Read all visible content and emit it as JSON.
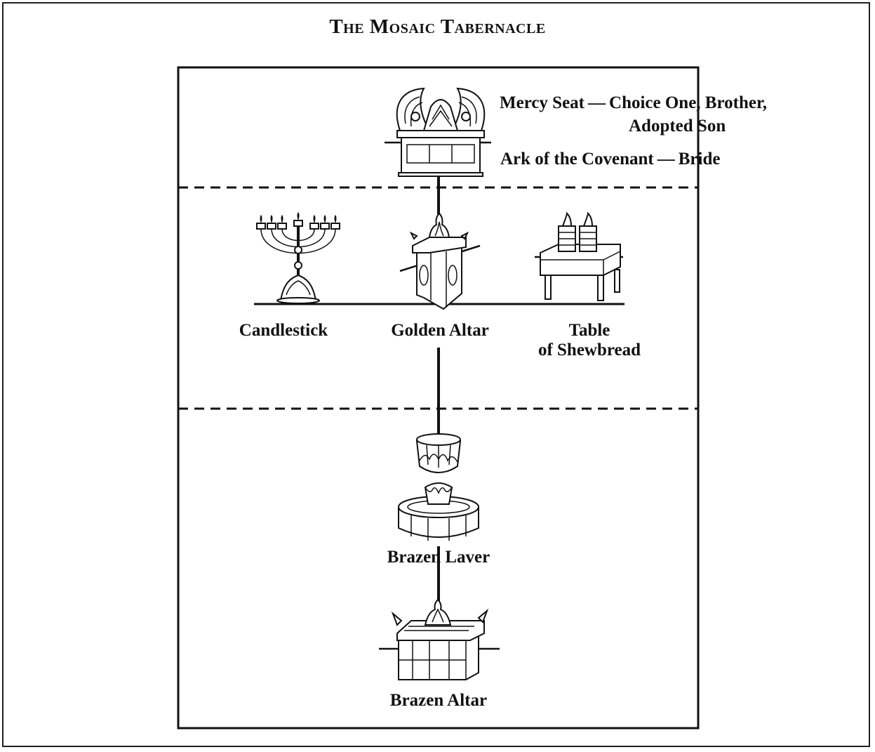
{
  "title": "The Mosaic Tabernacle",
  "holy_of_holies": {
    "mercy_seat_line1": "Mercy Seat — Choice One, Brother,",
    "mercy_seat_line2": "Adopted Son",
    "ark": "Ark of the Covenant — Bride"
  },
  "holy_place": {
    "candlestick": "Candlestick",
    "golden_altar": "Golden Altar",
    "table_line1": "Table",
    "table_line2": "of Shewbread"
  },
  "outer_court": {
    "brazen_laver": "Brazen Laver",
    "brazen_altar": "Brazen Altar"
  }
}
